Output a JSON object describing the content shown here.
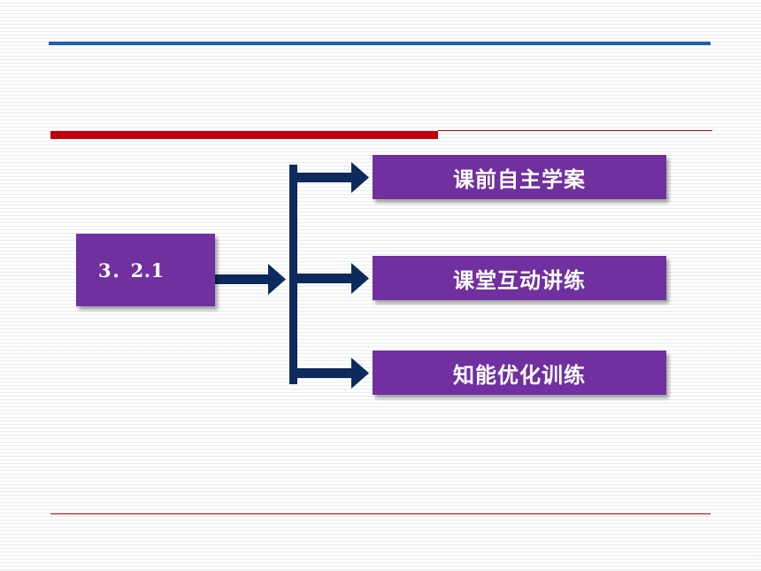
{
  "source": {
    "label": "3．2.1"
  },
  "targets": [
    {
      "label": "课前自主学案"
    },
    {
      "label": "课堂互动讲练"
    },
    {
      "label": "知能优化训练"
    }
  ],
  "colors": {
    "box_fill": "#7030a0",
    "arrow": "#0d2a5c",
    "top_rule": "#1f5fa8",
    "red_rule": "#c0000b"
  }
}
